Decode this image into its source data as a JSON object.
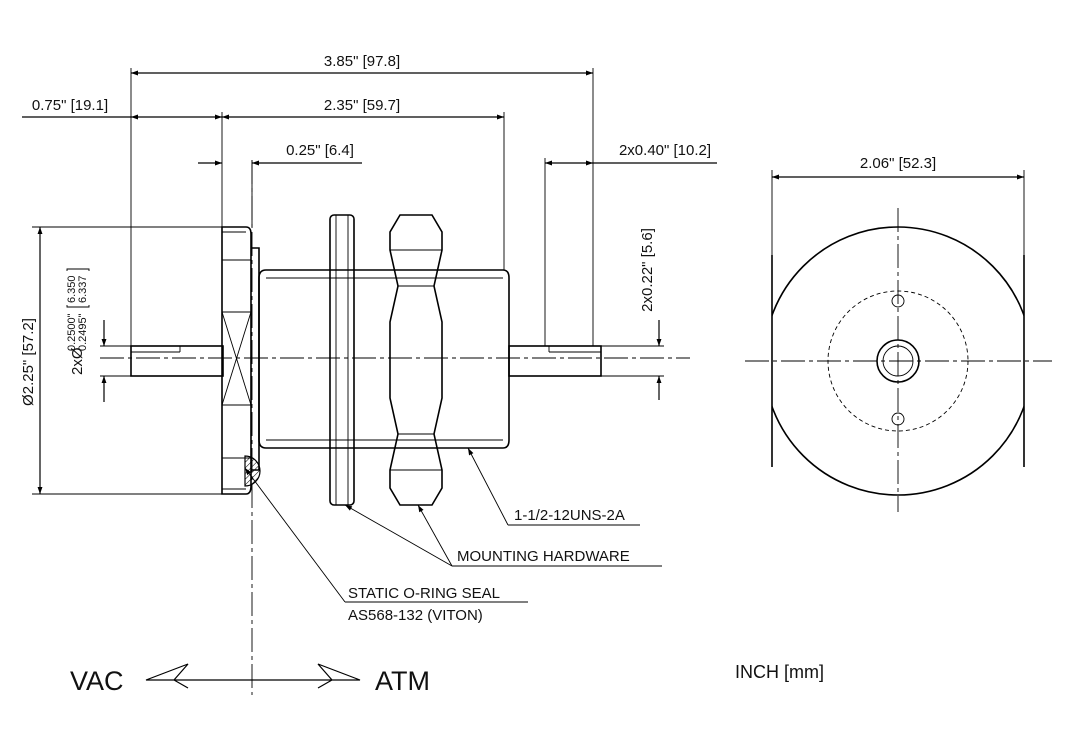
{
  "dimensions": {
    "overall_length": "3.85\" [97.8]",
    "vac_pin_length": "0.75\" [19.1]",
    "body_length": "2.35\" [59.7]",
    "flange_thickness": "0.25\" [6.4]",
    "atm_pin_length": "2x0.40\" [10.2]",
    "flange_diameter": "Ø2.25\" [57.2]",
    "pin_diameter_prefix": "2xØ",
    "pin_diameter_upper_in": "0.2500\"",
    "pin_diameter_lower_in": "0.2495\"",
    "pin_diameter_upper_mm": "6.350",
    "pin_diameter_lower_mm": "6.337",
    "pin_spacing": "2x0.22\" [5.6]",
    "end_view_width": "2.06\" [52.3]"
  },
  "callouts": {
    "thread": "1-1/2-12UNS-2A",
    "mounting_hardware": "MOUNTING HARDWARE",
    "oring_line1": "STATIC O-RING SEAL",
    "oring_line2": "AS568-132 (VITON)"
  },
  "sides": {
    "vacuum": "VAC",
    "atmosphere": "ATM"
  },
  "units_note": "INCH [mm]"
}
